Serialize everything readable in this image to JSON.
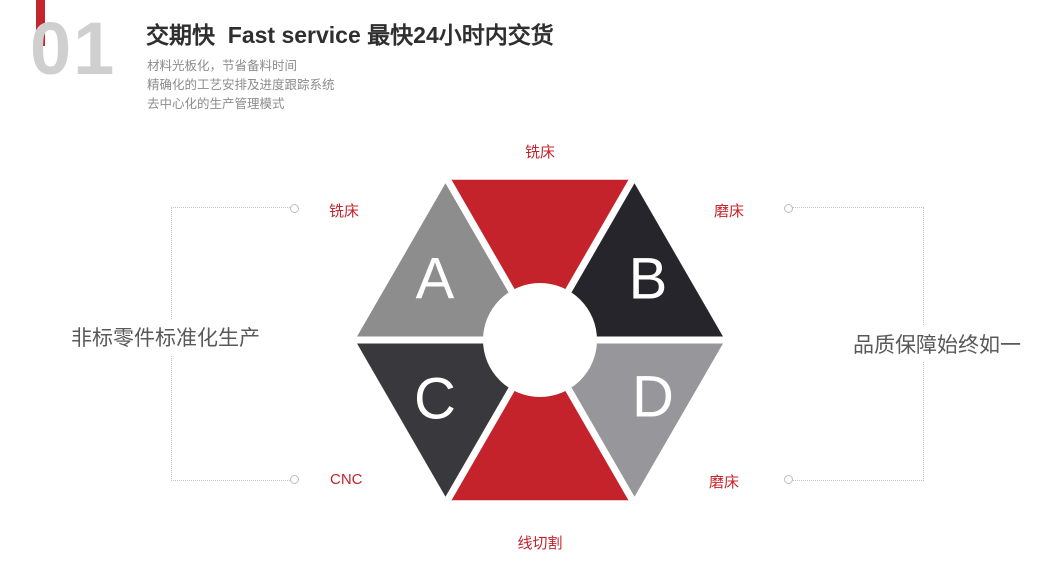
{
  "accent_color": "#c4242c",
  "header": {
    "index": "01",
    "title": "交期快  Fast service 最快24小时内交货",
    "bullets": [
      "材料光板化，节省备料时间",
      "精确化的工艺安排及进度跟踪系统",
      "去中心化的生产管理模式"
    ]
  },
  "diagram": {
    "top_label": "铣床",
    "bottom_label": "线切割",
    "left_top_label": "铣床",
    "left_bottom_label": "CNC",
    "right_top_label": "磨床",
    "right_bottom_label": "磨床",
    "top_color": "#c5232b",
    "bottom_color": "#c5232b",
    "center_circle_color": "#ffffff",
    "segments": [
      {
        "letter": "A",
        "position": "upper-left",
        "color": "#8d8d8d"
      },
      {
        "letter": "B",
        "position": "upper-right",
        "color": "#26252b"
      },
      {
        "letter": "C",
        "position": "lower-left",
        "color": "#39383d"
      },
      {
        "letter": "D",
        "position": "lower-right",
        "color": "#97979b"
      }
    ]
  },
  "side_notes": {
    "left": "非标零件标准化生产",
    "right": "品质保障始终如一"
  }
}
